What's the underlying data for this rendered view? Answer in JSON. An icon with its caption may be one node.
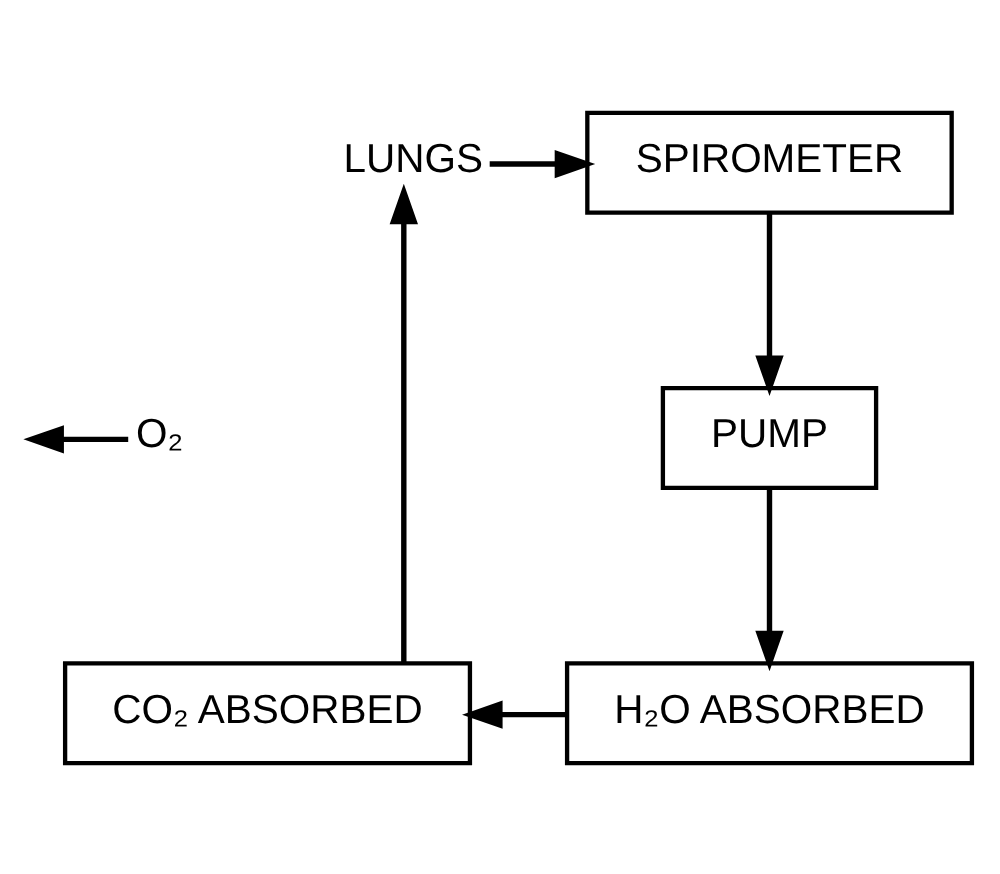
{
  "diagram": {
    "nodes": [
      {
        "text": [
          "LUNGS"
        ]
      },
      {
        "text": [
          "SPIROMETER"
        ]
      },
      {
        "text": [
          "O₂"
        ]
      },
      {
        "text": [
          "PUMP"
        ]
      },
      {
        "text": [
          "CO₂ ABSORBED"
        ]
      },
      {
        "text": [
          "H₂O ABSORBED"
        ]
      }
    ],
    "edges": [
      {
        "from": 4,
        "to": 0,
        "arrow": "to"
      },
      {
        "from": 0,
        "to": 1,
        "arrow": "to"
      },
      {
        "from": 1,
        "to": 3,
        "arrow": "to"
      },
      {
        "from": 3,
        "to": 5,
        "arrow": "to"
      },
      {
        "from": 5,
        "to": 4,
        "arrow": "to"
      },
      {
        "from": 2,
        "to": null,
        "arrow": "to"
      }
    ]
  }
}
